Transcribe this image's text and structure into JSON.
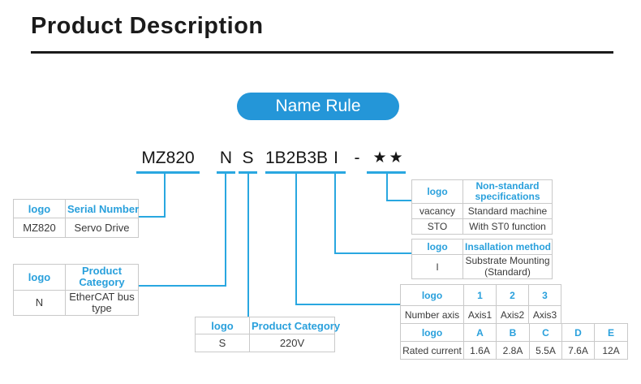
{
  "page": {
    "title": "Product Description"
  },
  "badge": {
    "label": "Name Rule"
  },
  "colors": {
    "accent": "#29a7e0",
    "badge": "#2496d8",
    "border": "#c9c9c9",
    "header_text": "#29a0dc",
    "text": "#3a3a3a",
    "title": "#1b1b1b"
  },
  "code": {
    "segments": [
      {
        "text": "MZ820"
      },
      {
        "text": "N"
      },
      {
        "text": "S"
      },
      {
        "text": "1B2B3B"
      },
      {
        "text": "I"
      },
      {
        "text": "-"
      },
      {
        "text": "★★"
      }
    ]
  },
  "tables": {
    "serial": {
      "headers": [
        "logo",
        "Serial Number"
      ],
      "rows": [
        [
          "MZ820",
          "Servo Drive"
        ]
      ]
    },
    "category_n": {
      "headers": [
        "logo",
        "Product Category"
      ],
      "rows": [
        [
          "N",
          "EtherCAT bus type"
        ]
      ]
    },
    "category_s": {
      "headers": [
        "logo",
        "Product Category"
      ],
      "rows": [
        [
          "S",
          "220V"
        ]
      ]
    },
    "nonstandard": {
      "headers": [
        "logo",
        "Non-standard specifications"
      ],
      "rows": [
        [
          "vacancy",
          "Standard machine"
        ],
        [
          "STO",
          "With ST0 function"
        ]
      ]
    },
    "installation": {
      "headers": [
        "logo",
        "Insallation method"
      ],
      "rows": [
        [
          "I",
          "Substrate Mounting (Standard)"
        ]
      ]
    },
    "axes": {
      "headers": [
        "logo",
        "1",
        "2",
        "3"
      ],
      "rows": [
        [
          "Number axis",
          "Axis1",
          "Axis2",
          "Axis3"
        ]
      ]
    },
    "current": {
      "headers": [
        "logo",
        "A",
        "B",
        "C",
        "D",
        "E"
      ],
      "rows": [
        [
          "Rated current",
          "1.6A",
          "2.8A",
          "5.5A",
          "7.6A",
          "12A"
        ]
      ]
    }
  }
}
